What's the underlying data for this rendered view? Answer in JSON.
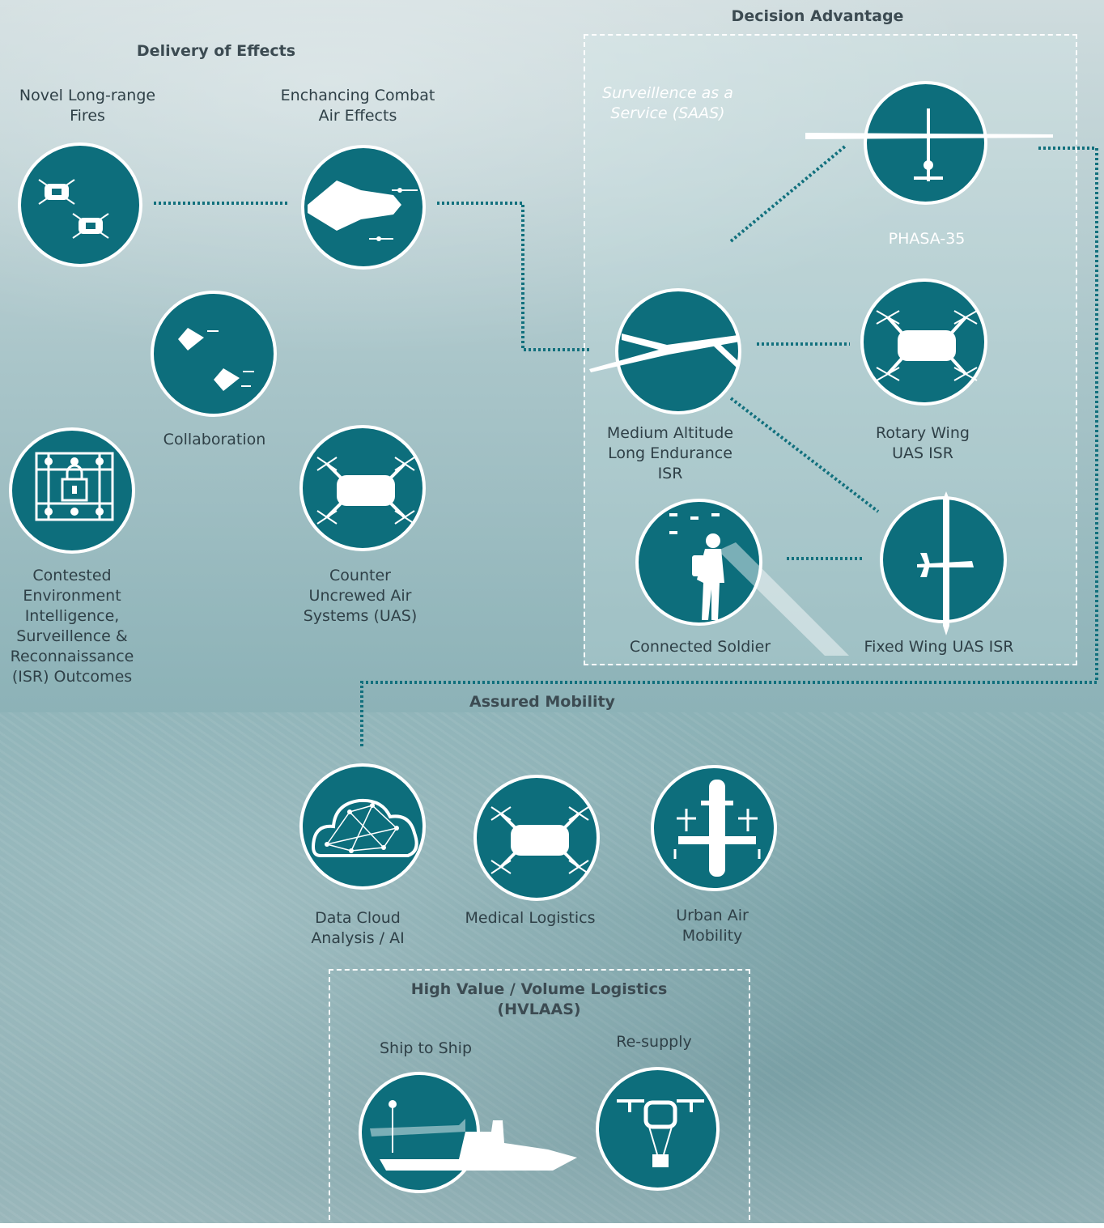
{
  "sections": {
    "delivery_of_effects": "Delivery of Effects",
    "decision_advantage": "Decision Advantage",
    "assured_mobility": "Assured Mobility",
    "hvlaas_line1": "High Value / Volume Logistics",
    "hvlaas_line2": "(HVLAAS)"
  },
  "nodes": {
    "novel_fires": [
      "Novel Long-range",
      "Fires"
    ],
    "combat_air": [
      "Enchancing Combat",
      "Air Effects"
    ],
    "collaboration": [
      "Collaboration"
    ],
    "contested_isr": [
      "Contested",
      "Environment",
      "Intelligence,",
      "Surveillence &",
      "Reconnaissance",
      "(ISR) Outcomes"
    ],
    "counter_uas": [
      "Counter",
      "Uncrewed Air",
      "Systems (UAS)"
    ],
    "saas": [
      "Surveillence as a",
      "Service (SAAS)"
    ],
    "phasa": [
      "PHASA-35"
    ],
    "male_isr": [
      "Medium Altitude",
      "Long Endurance",
      "ISR"
    ],
    "rotary_isr": [
      "Rotary Wing",
      "UAS ISR"
    ],
    "connected_soldier": [
      "Connected Soldier"
    ],
    "fixed_wing_isr": [
      "Fixed Wing UAS ISR"
    ],
    "data_cloud": [
      "Data Cloud",
      "Analysis / AI"
    ],
    "medical_logistics": [
      "Medical Logistics"
    ],
    "urban_air": [
      "Urban Air",
      "Mobility"
    ],
    "ship_to_ship": [
      "Ship to Ship"
    ],
    "resupply": [
      "Re-supply"
    ]
  },
  "colors": {
    "circle_fill": "#0d6e7c",
    "connector": "#12707d",
    "heading_text": "#3c4b52",
    "panel_border": "#ffffff"
  },
  "icons": {
    "novel_fires": "quad-drones-icon",
    "combat_air": "jet-fighter-icon",
    "collaboration": "jet-pair-icon",
    "contested_isr": "circuit-lock-icon",
    "counter_uas": "quad-drone-icon",
    "phasa": "solar-glider-icon",
    "male_isr": "male-drone-icon",
    "rotary_isr": "quad-drone-icon",
    "connected_soldier": "soldier-icon",
    "fixed_wing_isr": "fixed-wing-drone-icon",
    "data_cloud": "cloud-network-icon",
    "medical_logistics": "quad-drone-icon",
    "urban_air": "tiltrotor-icon",
    "ship_to_ship": "ship-icon",
    "resupply": "cargo-drone-icon"
  }
}
